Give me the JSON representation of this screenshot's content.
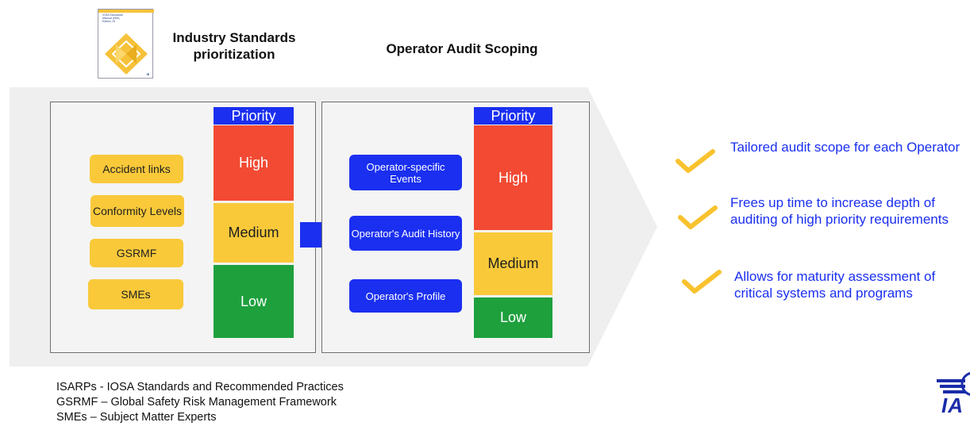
{
  "manual_cover": {
    "lines": [
      "IOSA Standards",
      "Manual (ISM)",
      "Edition 15"
    ]
  },
  "headers": {
    "industry_standards": "Industry Standards prioritization",
    "operator_audit": "Operator Audit Scoping"
  },
  "left_panel": {
    "factors": [
      "Accident links",
      "Conformity Levels",
      "GSRMF",
      "SMEs"
    ],
    "priority_label": "Priority",
    "levels": [
      "High",
      "Medium",
      "Low"
    ]
  },
  "right_panel": {
    "inputs": [
      "Operator-specific Events",
      "Operator's Audit History",
      "Operator's Profile"
    ],
    "priority_label": "Priority",
    "levels": [
      "High",
      "Medium",
      "Low"
    ]
  },
  "benefits": [
    "Tailored audit scope for each Operator",
    "Frees up time to increase depth of auditing of high priority requirements",
    "Allows for maturity assessment of critical systems and programs"
  ],
  "footnotes": [
    "ISARPs - IOSA Standards and Recommended Practices",
    "GSRMF – Global Safety Risk Management Framework",
    "SMEs – Subject Matter Experts"
  ],
  "logo_text": "IA",
  "colors": {
    "blue": "#1a2ff0",
    "high": "#f24a33",
    "medium": "#f9c93a",
    "low": "#1ea03d",
    "check": "#f9c22e",
    "band": "#efefef"
  }
}
